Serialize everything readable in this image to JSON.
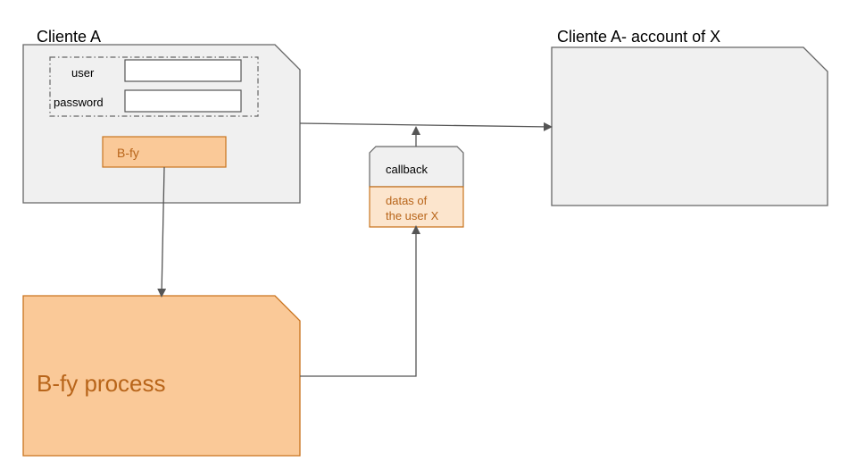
{
  "client_a": {
    "title": "Cliente A",
    "user_label": "user",
    "password_label": "password",
    "user_value": "",
    "password_value": "",
    "bfy_button": "B-fy"
  },
  "account": {
    "title": "Cliente A- account of X"
  },
  "callback": {
    "label": "callback",
    "datas_line1": "datas of",
    "datas_line2": "the user X"
  },
  "process": {
    "label": "B-fy process"
  },
  "colors": {
    "gray_fill": "#f0f0f0",
    "gray_stroke": "#666666",
    "orange_fill": "#fac998",
    "orange_stroke": "#c9741f",
    "orange_text": "#b8651a",
    "light_orange_fill": "#fce5cd",
    "arrow": "#555555"
  }
}
